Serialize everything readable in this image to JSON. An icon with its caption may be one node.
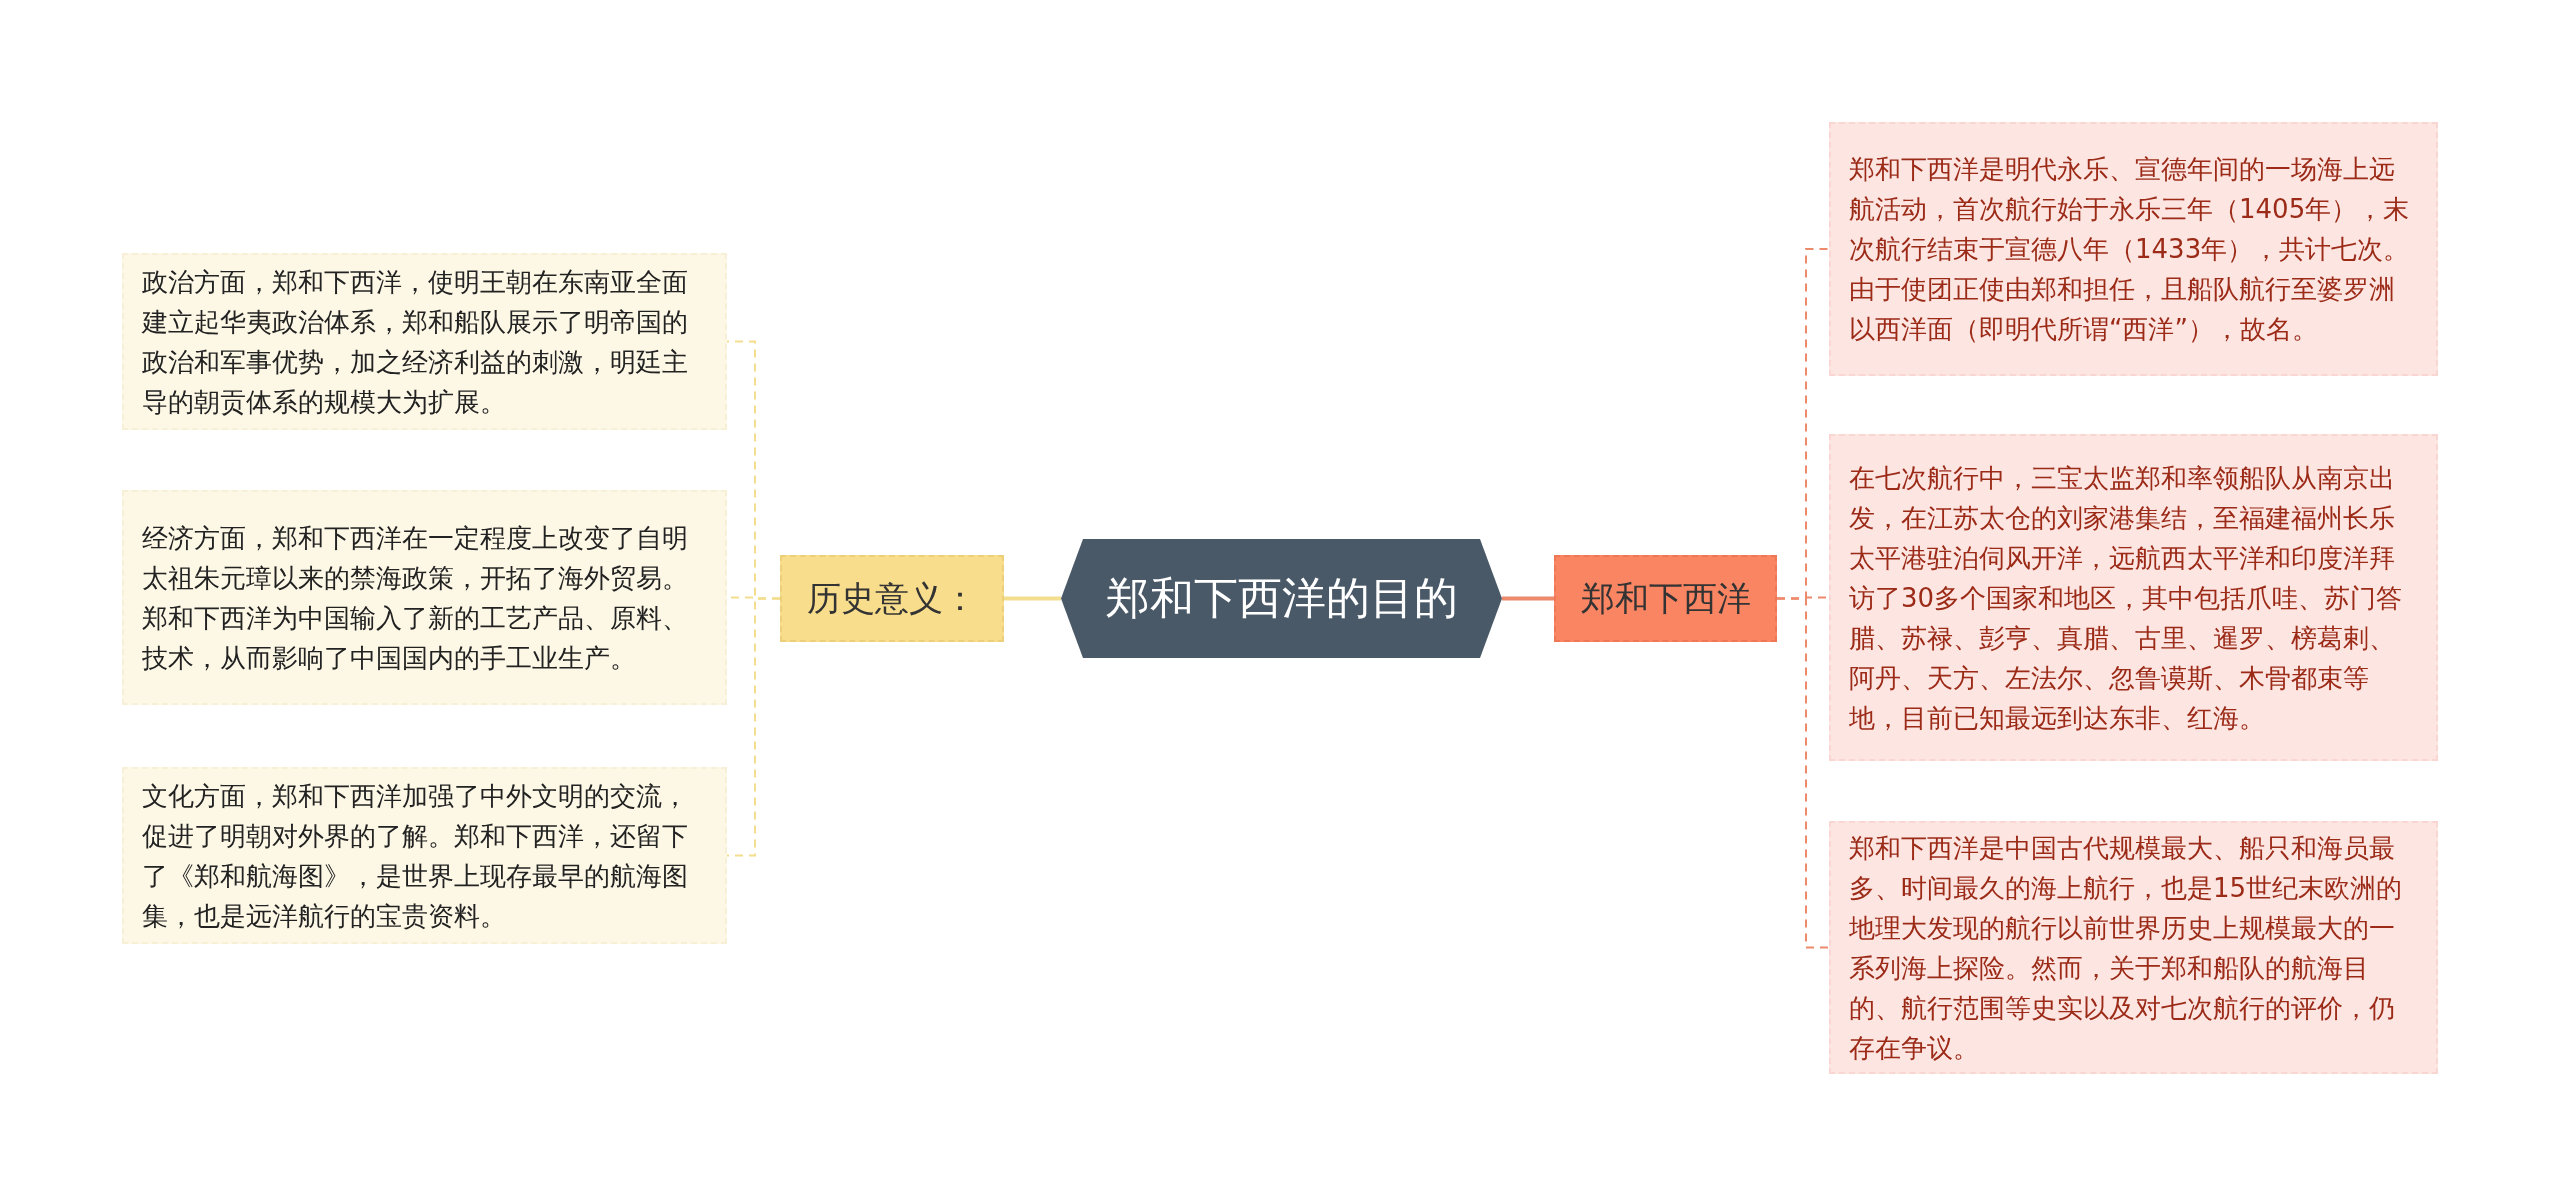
{
  "diagram": {
    "nodes": [
      {
        "text": [
          "郑和下西洋的目的"
        ]
      },
      {
        "text": [
          "历史意义："
        ]
      },
      {
        "text": [
          "政治方面，郑和下西洋，使明王朝在东南亚全面建立起华夷政治体系，郑和船队展示了明帝国的政治和军事优势，加之经济利益的刺激，明廷主导的朝贡体系的规模大为扩展。"
        ]
      },
      {
        "text": [
          "经济方面，郑和下西洋在一定程度上改变了自明太祖朱元璋以来的禁海政策，开拓了海外贸易。郑和下西洋为中国输入了新的工艺产品、原料、技术，从而影响了中国国内的手工业生产。"
        ]
      },
      {
        "text": [
          "文化方面，郑和下西洋加强了中外文明的交流，促进了明朝对外界的了解。郑和下西洋，还留下了《郑和航海图》，是世界上现存最早的航海图集，也是远洋航行的宝贵资料。"
        ]
      },
      {
        "text": [
          "郑和下西洋"
        ]
      },
      {
        "text": [
          "郑和下西洋是明代永乐、宣德年间的一场海上远航活动，首次航行始于永乐三年（1405年），末次航行结束于宣德八年（1433年），共计七次。由于使团正使由郑和担任，且船队航行至婆罗洲以西洋面（即明代所谓“西洋”），故名。"
        ]
      },
      {
        "text": [
          "在七次航行中，三宝太监郑和率领船队从南京出发，在江苏太仓的刘家港集结，至福建福州长乐太平港驻泊伺风开洋，远航西太平洋和印度洋拜访了30多个国家和地区，其中包括爪哇、苏门答腊、苏禄、彭亨、真腊、古里、暹罗、榜葛剌、阿丹、天方、左法尔、忽鲁谟斯、木骨都束等地，目前已知最远到达东非、红海。"
        ]
      },
      {
        "text": [
          "郑和下西洋是中国古代规模最大、船只和海员最多、时间最久的海上航行，也是15世纪末欧洲的地理大发现的航行以前世界历史上规模最大的一系列海上探险。然而，关于郑和船队的航海目的、航行范围等史实以及对七次航行的评价，仍存在争议。"
        ]
      }
    ],
    "edges": [
      {
        "from": 0,
        "to": 1,
        "arrow": "none",
        "color": "#f3dd8e"
      },
      {
        "from": 1,
        "to": 2,
        "arrow": "none",
        "style": "dashed",
        "color": "#f3dd8e"
      },
      {
        "from": 1,
        "to": 3,
        "arrow": "none",
        "style": "dashed",
        "color": "#f3dd8e"
      },
      {
        "from": 1,
        "to": 4,
        "arrow": "none",
        "style": "dashed",
        "color": "#f3dd8e"
      },
      {
        "from": 0,
        "to": 5,
        "arrow": "none",
        "color": "#ee8a6c"
      },
      {
        "from": 5,
        "to": 6,
        "arrow": "none",
        "style": "dashed",
        "color": "#ee8a6c"
      },
      {
        "from": 5,
        "to": 7,
        "arrow": "none",
        "style": "dashed",
        "color": "#ee8a6c"
      },
      {
        "from": 5,
        "to": 8,
        "arrow": "none",
        "style": "dashed",
        "color": "#ee8a6c"
      }
    ]
  }
}
